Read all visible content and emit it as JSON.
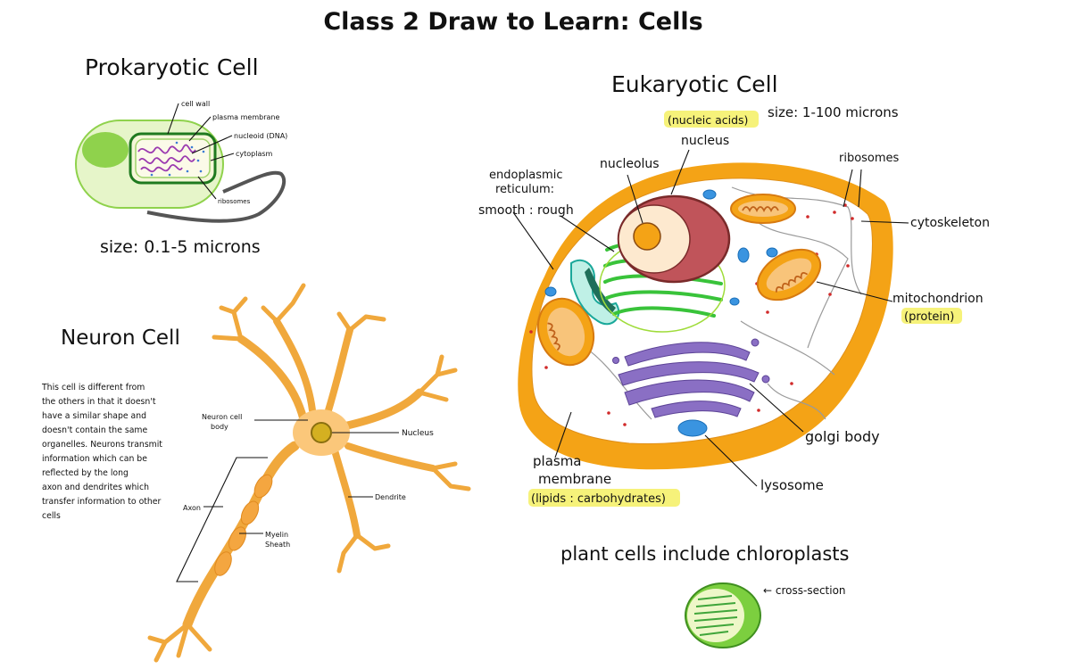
{
  "page_title": "Class 2  Draw to Learn: Cells",
  "prokaryote": {
    "title": "Prokaryotic Cell",
    "labels": {
      "cell_wall": "cell wall",
      "plasma_membrane": "plasma membrane",
      "nucleoid": "nucleoid (DNA)",
      "cytoplasm": "cytoplasm",
      "ribosomes": "ribosomes"
    },
    "size": "size: 0.1-5 microns"
  },
  "neuron": {
    "title": "Neuron Cell",
    "note": [
      "This cell is different from",
      "the others in that it doesn't",
      "have a similar shape and",
      "doesn't contain the same",
      "organelles. Neurons transmit",
      "information which can be",
      "reflected by the long",
      "axon and dendrites which",
      "transfer information to other",
      "cells"
    ],
    "labels": {
      "cell_body": [
        "Neuron cell",
        "body"
      ],
      "nucleus": "Nucleus",
      "dendrite": "Dendrite",
      "axon": "Axon",
      "myelin": [
        "Myelin",
        "Sheath"
      ]
    }
  },
  "eukaryote": {
    "title": "Eukaryotic Cell",
    "size": "size: 1-100 microns",
    "nucleic_acids": "(nucleic acids)",
    "labels": {
      "nucleus": "nucleus",
      "nucleolus": "nucleolus",
      "er": [
        "endoplasmic",
        "reticulum:"
      ],
      "smooth_rough": "smooth : rough",
      "ribosomes": "ribosomes",
      "cytoskeleton": "cytoskeleton",
      "mitochondrion": "mitochondrion",
      "protein": "(protein)",
      "golgi": "golgi body",
      "lysosome": "lysosome",
      "plasma": [
        "plasma",
        "membrane"
      ],
      "lipids": "(lipids : carbohydrates)"
    }
  },
  "plant": {
    "note": "plant cells include chloroplasts",
    "cross_section": "← cross-section"
  },
  "colors": {
    "highlight": "#f6f27a",
    "cell_orange": "#f4a316",
    "neuron": "#fbc77a",
    "golgi": "#8a6fc4",
    "er_green": "#39c33a",
    "mito": "#e9862a",
    "prokaryote_green": "#8fd24c",
    "purple_dna": "#9b3ab0"
  }
}
